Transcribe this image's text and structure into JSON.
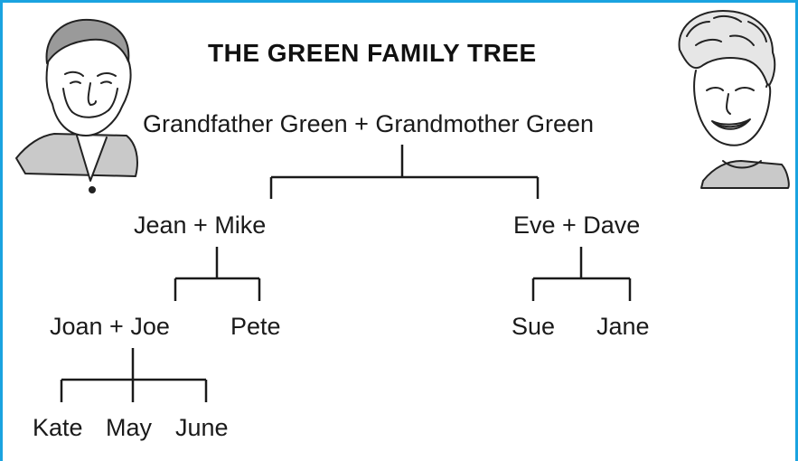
{
  "title": "THE GREEN FAMILY TREE",
  "nodes": {
    "grandparents": "Grandfather Green + Grandmother Green",
    "jean_mike": "Jean + Mike",
    "eve_dave": "Eve + Dave",
    "joan_joe": "Joan + Joe",
    "pete": "Pete",
    "sue": "Sue",
    "jane": "Jane",
    "kate": "Kate",
    "may": "May",
    "june": "June"
  },
  "illustrations": {
    "left": "grandfather-portrait",
    "right": "grandmother-portrait"
  },
  "colors": {
    "frame": "#1aa3e0",
    "ink": "#1a1a1a"
  }
}
